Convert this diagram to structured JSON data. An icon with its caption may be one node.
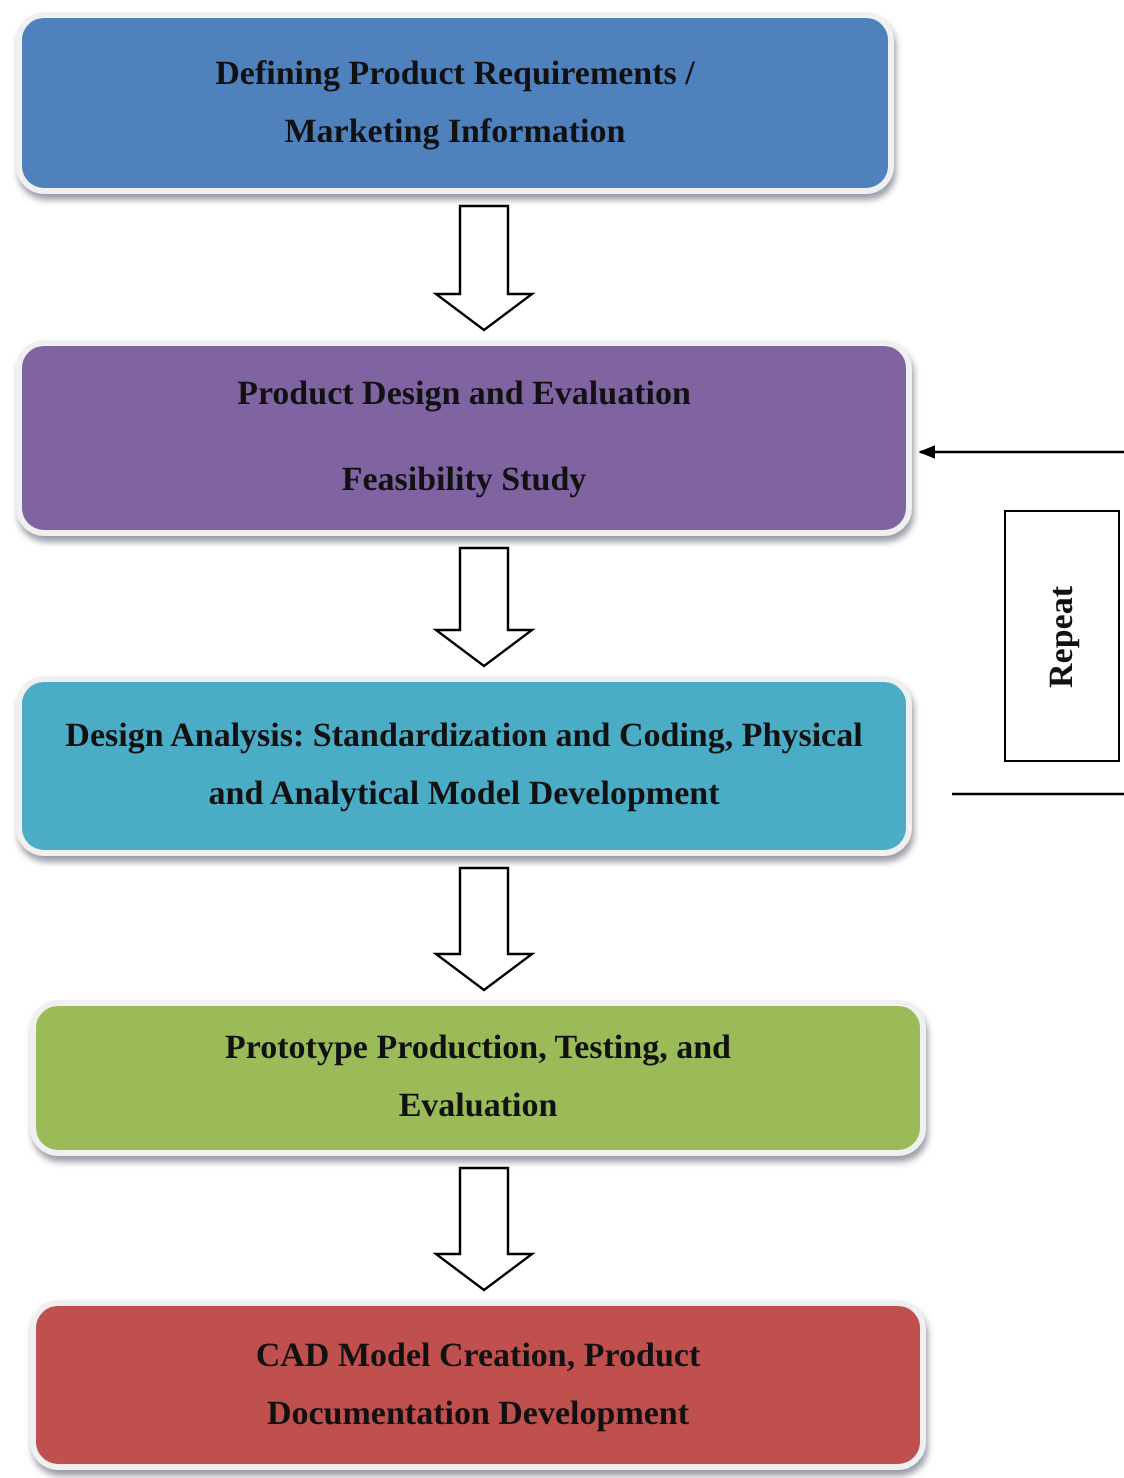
{
  "diagram": {
    "nodes": [
      {
        "text": [
          "Defining Product Requirements / Marketing Information"
        ]
      },
      {
        "text": [
          "Product Design and Evaluation",
          "Feasibility Study"
        ]
      },
      {
        "text": [
          "Design Analysis: Standardization and Coding, Physical and Analytical Model Development"
        ]
      },
      {
        "text": [
          "Prototype Production, Testing, and Evaluation"
        ]
      },
      {
        "text": [
          "CAD Model Creation, Product Documentation Development"
        ]
      },
      {
        "text": [
          "Repeat"
        ]
      }
    ],
    "edges": [
      {
        "from": 0,
        "to": 1,
        "arrow": "to"
      },
      {
        "from": 1,
        "to": 2,
        "arrow": "to"
      },
      {
        "from": 2,
        "to": 3,
        "arrow": "to"
      },
      {
        "from": 3,
        "to": 4,
        "arrow": "to"
      },
      {
        "from": null,
        "to": 1,
        "arrow": "to"
      }
    ]
  }
}
